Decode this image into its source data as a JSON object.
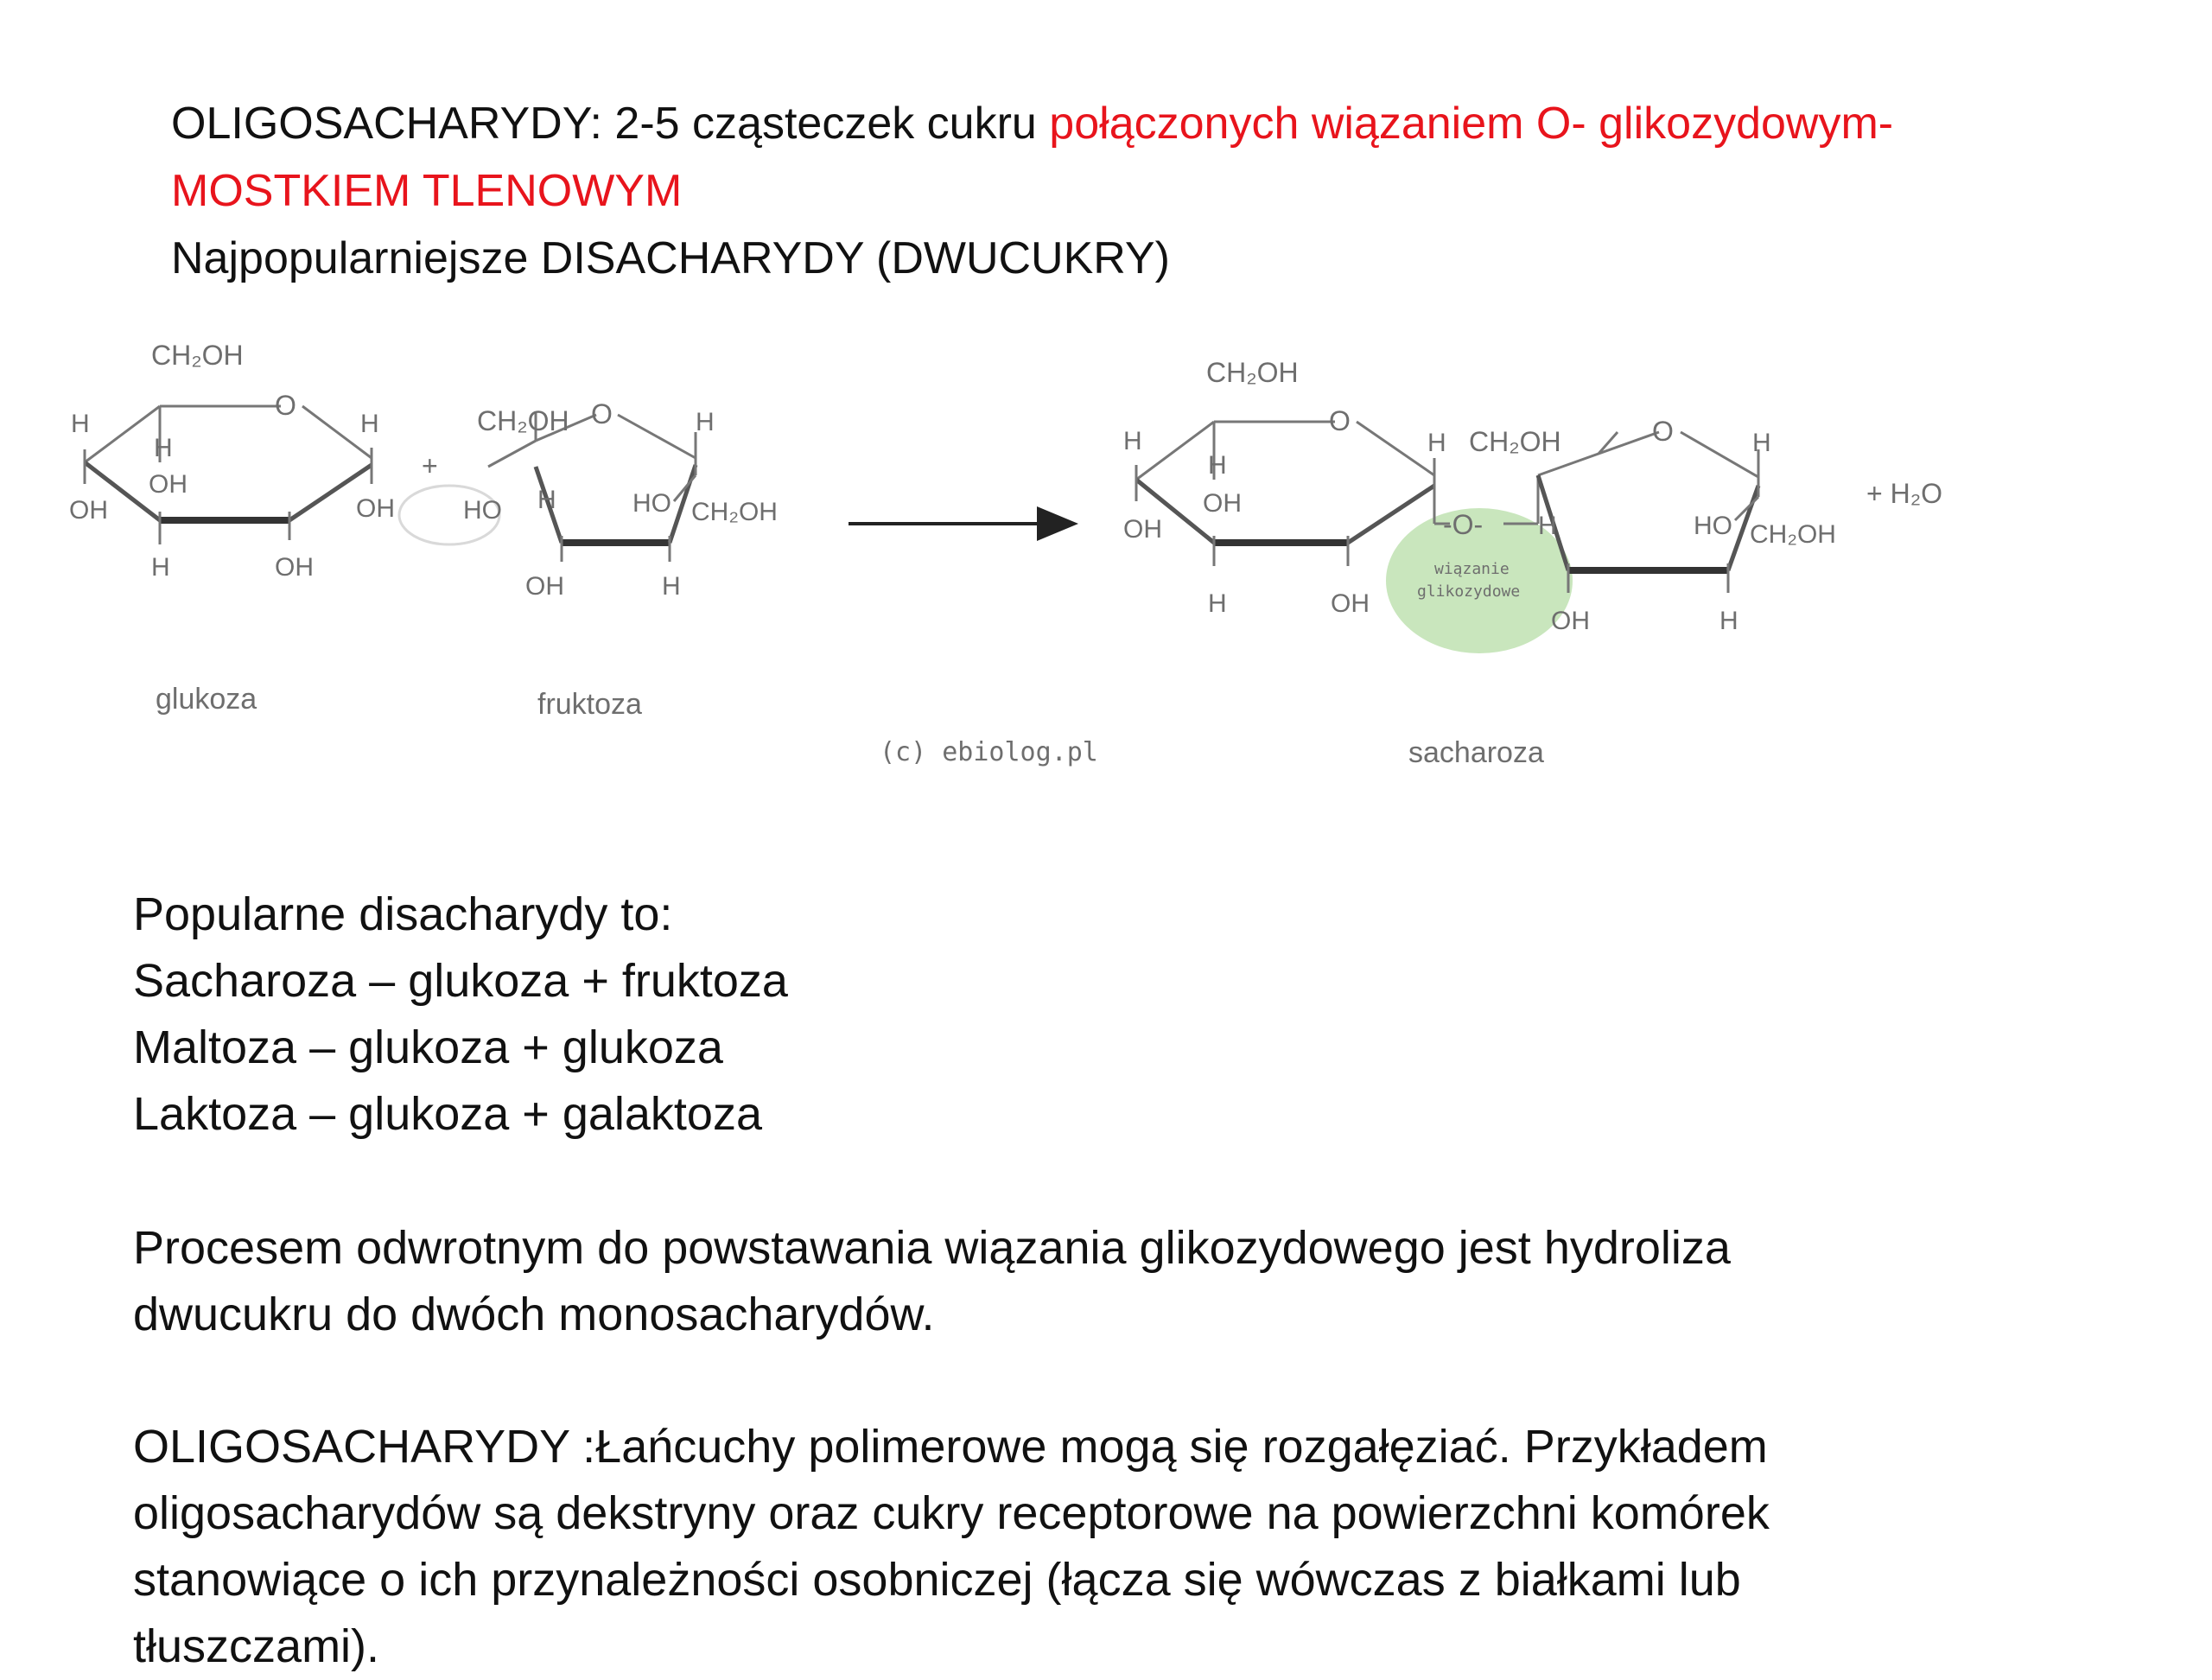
{
  "header": {
    "line1_black": "OLIGOSACHARYDY: 2-5 cząsteczek cukru ",
    "line1_red": "połączonych wiązaniem O- glikozydowym-",
    "line2_red": "MOSTKIEM TLENOWYM",
    "line3": "Najpopularniejsze DISACHARYDY (DWUCUKRY)"
  },
  "figure": {
    "glucose_label": "glukoza",
    "fructose_label": "fruktoza",
    "sucrose_label": "sacharoza",
    "credit": "(c) ebiolog.pl",
    "water": "+ H₂O",
    "plus": "+",
    "bond_label_line1": "wiązanie",
    "bond_label_line2": "glikozydowe",
    "atoms": {
      "ch2oh": "CH₂OH",
      "o": "O",
      "h": "H",
      "oh": "OH",
      "ho": "HO",
      "bridge_o": "-O-"
    }
  },
  "disaccharides": {
    "intro": "Popularne disacharydy to:",
    "items": [
      "Sacharoza – glukoza + fruktoza",
      "Maltoza – glukoza + glukoza",
      "Laktoza – glukoza + galaktoza"
    ]
  },
  "hydrolysis": {
    "line1": "Procesem odwrotnym do powstawania wiązania glikozydowego jest hydroliza",
    "line2": "dwucukru do dwóch monosacharydów."
  },
  "oligo": {
    "line1": "OLIGOSACHARYDY :Łańcuchy polimerowe mogą się rozgałęziać. Przykładem",
    "line2": "oligosacharydów są dekstryny oraz cukry receptorowe na powierzchni komórek",
    "line3": "stanowiące o ich przynależności osobniczej (łącza się wówczas z białkami lub",
    "line4": "tłuszczami)."
  },
  "colors": {
    "accent_red": "#e8141c",
    "bond_highlight": "#c9e6bd",
    "structure_gray": "#6e6e6e"
  }
}
